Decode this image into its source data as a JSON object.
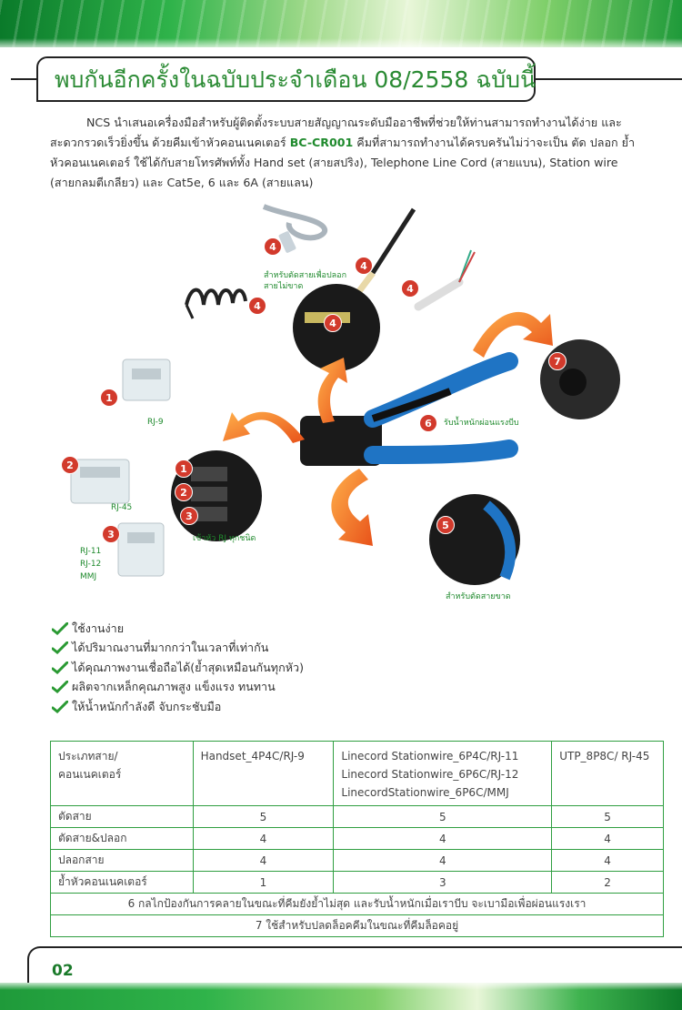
{
  "header": {
    "title": "พบกันอีกครั้งในฉบับประจำเดือน 08/2558 ฉบับนี้"
  },
  "intro": {
    "text_before": "NCS นำเสนอเครื่องมือสำหรับผู้ติดตั้งระบบสายสัญญาณระดับมืออาชีพที่ช่วยให้ท่านสามารถทำงานได้ง่าย และสะดวกรวดเร็วยิ่งขึ้น ด้วยคีมเข้าหัวคอนเนคเตอร์ ",
    "model": "BC-CR001",
    "text_after": " คีมที่สามารถทำงานได้ครบครันไม่ว่าจะเป็น ตัด ปลอก ย้ำหัวคอนเนคเตอร์ ใช้ได้กับสายโทรศัพท์ทั้ง Hand set (สายสปริง), Telephone Line Cord (สายแบน), Station wire (สายกลมตีเกลียว) และ Cat5e, 6 และ 6A (สายแลน)"
  },
  "diagram": {
    "labels": {
      "rj9": "RJ-9",
      "rj45": "RJ-45",
      "rj11": "RJ-11",
      "rj12": "RJ-12",
      "mmj": "MMJ",
      "crimp_all": "เข้าหัว RJ ทุกชนิด",
      "strip_line1": "สำหรับตัดสายเพื่อปลอก",
      "strip_line2": "สายไม่ขาด",
      "pressure": "รับน้ำหนักผ่อนแรงบีบ",
      "cut": "สำหรับตัดสายขาด"
    },
    "badges": [
      "1",
      "2",
      "3",
      "4",
      "5",
      "6",
      "7"
    ],
    "colors": {
      "badge": "#d23a2c",
      "handle": "#1f74c4",
      "arrow": "#f07a22",
      "label": "#1f8a2d"
    }
  },
  "features": [
    "ใช้งานง่าย",
    "ได้ปริมาณงานที่มากกว่าในเวลาที่เท่ากัน",
    "ได้คุณภาพงานเชื่อถือได้(ย้ำสุดเหมือนกันทุกหัว)",
    "ผลิตจากเหล็กคุณภาพสูง แข็งแรง ทนทาน",
    "ให้น้ำหนักกำลังดี จับกระชับมือ"
  ],
  "table": {
    "header": {
      "col0_line1": "ประเภทสาย/",
      "col0_line2": "คอนเนคเตอร์",
      "col1": "Handset_4P4C/RJ-9",
      "col2_line1": "Linecord Stationwire_6P4C/RJ-11",
      "col2_line2": "Linecord Stationwire_6P6C/RJ-12",
      "col2_line3": "LinecordStationwire_6P6C/MMJ",
      "col3": "UTP_8P8C/ RJ-45"
    },
    "rows": [
      {
        "label": "ตัดสาย",
        "c1": "5",
        "c2": "5",
        "c3": "5"
      },
      {
        "label": "ตัดสาย&ปลอก",
        "c1": "4",
        "c2": "4",
        "c3": "4"
      },
      {
        "label": "ปลอกสาย",
        "c1": "4",
        "c2": "4",
        "c3": "4"
      },
      {
        "label": "ย้ำหัวคอนเนคเตอร์",
        "c1": "1",
        "c2": "3",
        "c3": "2"
      }
    ],
    "notes": [
      "6 กลไกป้องกันการคลายในขณะที่คีมยังย้ำไม่สุด และรับน้ำหนักเมื่อเราบีบ จะเบามือเพื่อผ่อนแรงเรา",
      "7 ใช้สำหรับปลดล็อคคีมในขณะที่คีมล็อคอยู่"
    ]
  },
  "footer": {
    "page_number": "02"
  }
}
